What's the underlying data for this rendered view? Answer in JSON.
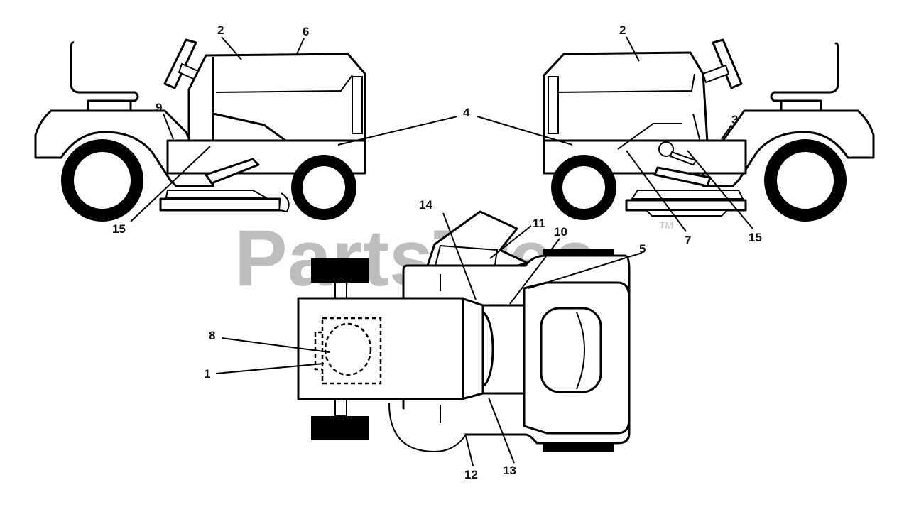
{
  "watermark": {
    "brand": "PartsTree",
    "trademark": "TM"
  },
  "callouts": [
    {
      "label": "1"
    },
    {
      "label": "2"
    },
    {
      "label": "3"
    },
    {
      "label": "4"
    },
    {
      "label": "5"
    },
    {
      "label": "6"
    },
    {
      "label": "7"
    },
    {
      "label": "8"
    },
    {
      "label": "9"
    },
    {
      "label": "10"
    },
    {
      "label": "11"
    },
    {
      "label": "12"
    },
    {
      "label": "13"
    },
    {
      "label": "14"
    },
    {
      "label": "15"
    }
  ]
}
